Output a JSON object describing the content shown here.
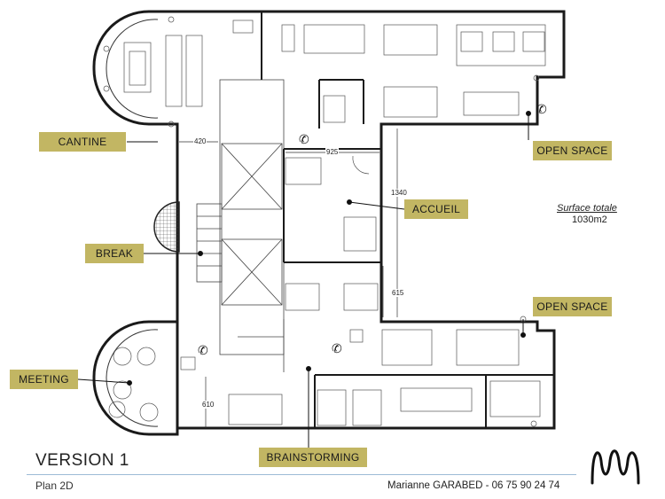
{
  "rooms": {
    "cantine": "CANTINE",
    "break": "BREAK",
    "meeting": "MEETING",
    "open_space_top": "OPEN SPACE",
    "open_space_right": "OPEN SPACE",
    "accueil": "ACCUEIL",
    "brainstorming": "BRAINSTORMING"
  },
  "dimensions": {
    "d420": "420",
    "d925": "925",
    "d1340": "1340",
    "d615": "615",
    "d610": "610"
  },
  "surface": {
    "title": "Surface totale",
    "value": "1030m2"
  },
  "footer": {
    "version": "VERSION 1",
    "plan": "Plan 2D",
    "author": "Marianne GARABED - 06 75 90 24 74"
  },
  "colors": {
    "label_fill": "#c2b663",
    "wall": "#1a1a1a",
    "rule": "#9dbbd6"
  },
  "icons": [
    "phone-icon",
    "logo-mark"
  ]
}
